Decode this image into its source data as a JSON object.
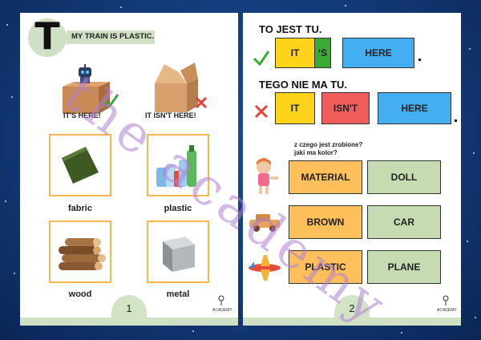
{
  "left_page": {
    "letter": "T",
    "title": "MY TRAIN IS PLASTIC.",
    "its_here": "IT'S HERE!",
    "isnt_here": "IT ISN'T HERE!",
    "materials": [
      {
        "label": "fabric",
        "icon": "fabric-icon"
      },
      {
        "label": "plastic",
        "icon": "plastic-bottles-icon"
      },
      {
        "label": "wood",
        "icon": "wood-logs-icon"
      },
      {
        "label": "metal",
        "icon": "metal-cube-icon"
      }
    ],
    "page_number": "1",
    "logo_text": "ACADEMY"
  },
  "right_page": {
    "heading1": "TO JEST TU.",
    "row1": {
      "it": "IT",
      "s": "‘S",
      "here": "HERE"
    },
    "heading2": "TEGO NIE MA TU.",
    "row2": {
      "it": "IT",
      "isnt": "ISN'T",
      "here": "HERE"
    },
    "question1": "z czego jest zrobione?",
    "question2": "jaki ma kolor?",
    "grid": [
      {
        "left": "MATERIAL",
        "right": "DOLL",
        "icon": "doll-icon"
      },
      {
        "left": "BROWN",
        "right": "CAR",
        "icon": "toy-car-icon"
      },
      {
        "left": "PLASTIC",
        "right": "PLANE",
        "icon": "toy-plane-icon"
      }
    ],
    "page_number": "2",
    "logo_text": "ACADEMY"
  },
  "watermark": "the academy",
  "colors": {
    "background": "#123a78",
    "yellow": "#ffd319",
    "green": "#3aaa35",
    "blue": "#44aef2",
    "red": "#f15d5a",
    "orange": "#ffbf5a",
    "sage": "#c6dbb2"
  }
}
